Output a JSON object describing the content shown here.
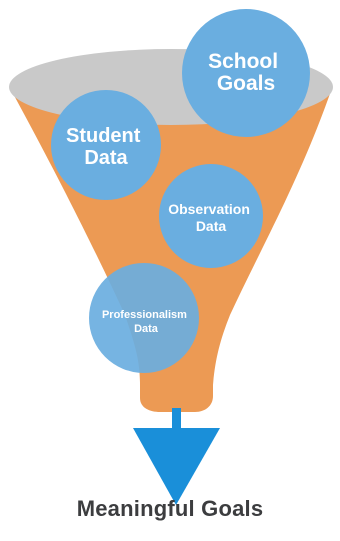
{
  "diagram": {
    "bubbles": [
      {
        "lines": [
          "School",
          "Goals"
        ]
      },
      {
        "lines": [
          "Student",
          "Data"
        ]
      },
      {
        "lines": [
          "Observation",
          "Data"
        ]
      },
      {
        "lines": [
          "Professionalism",
          "Data"
        ]
      }
    ],
    "result_label": "Meaningful Goals"
  },
  "colors": {
    "funnel_body": "#ec9a54",
    "funnel_rim": "#c9c9c9",
    "bubble_fill": "#6aaee0",
    "arrow": "#1a8fd9",
    "result_text": "#3c3d3f"
  }
}
